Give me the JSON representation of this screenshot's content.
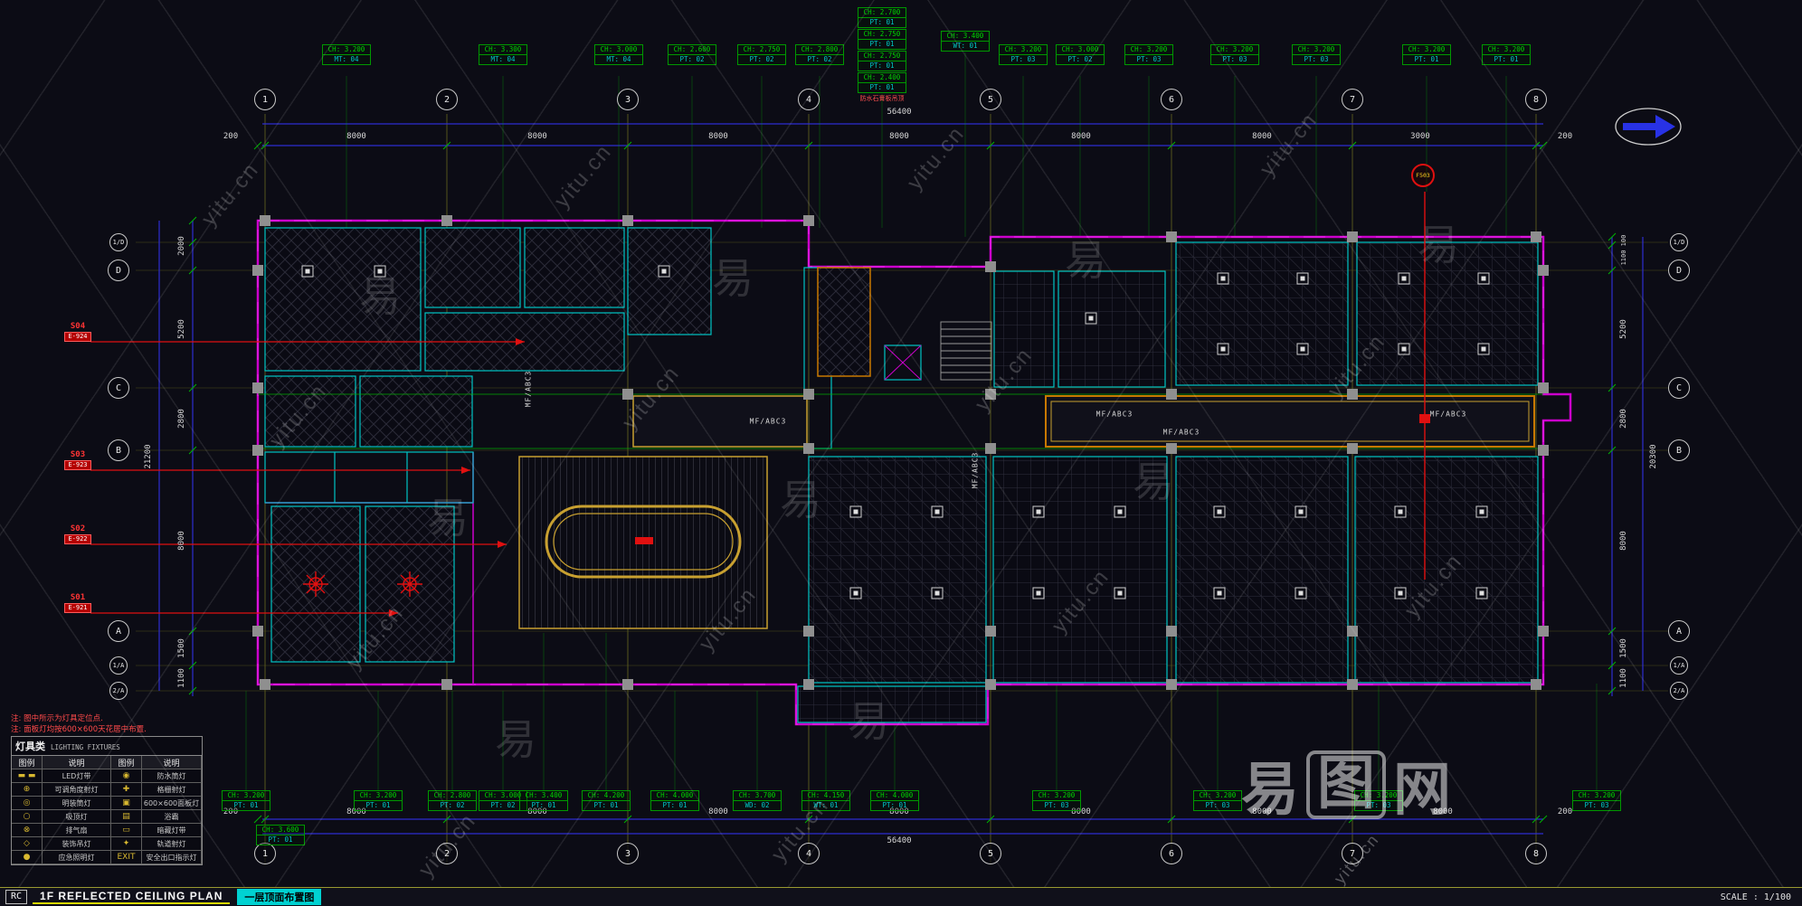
{
  "watermark": {
    "site": "yitu.cn",
    "char": "易",
    "brand": [
      "易",
      "图",
      "网"
    ]
  },
  "titlebar": {
    "code": "RC",
    "en": "1F REFLECTED CEILING PLAN",
    "cn": "一层顶面布置图",
    "scale": "SCALE : 1/100"
  },
  "grid": {
    "cols": [
      "1",
      "2",
      "3",
      "4",
      "5",
      "6",
      "7",
      "8"
    ],
    "rows": [
      "1/D",
      "D",
      "C",
      "B",
      "A",
      "1/A",
      "2/A"
    ]
  },
  "dims": {
    "top": [
      "200",
      "8000",
      "8000",
      "8000",
      "8000",
      "8000",
      "8000",
      "3000",
      "200"
    ],
    "bottom": [
      "200",
      "8000",
      "8000",
      "8000",
      "8000",
      "8000",
      "8000",
      "8000",
      "200"
    ],
    "total": "56400",
    "left": [
      "2000",
      "5200",
      "2800",
      "8000",
      "1500",
      "1100"
    ],
    "left_total": "21200",
    "right": [
      "100",
      "1100",
      "5200",
      "2800",
      "8000",
      "1500",
      "1100"
    ],
    "right_total": "20300"
  },
  "plan": {
    "mf": "MF/ABC3"
  },
  "ch_top": [
    {
      "l1": "CH: 3.200",
      "l2": "MT: 04"
    },
    {
      "l1": "CH: 3.300",
      "l2": "MT: 04"
    },
    {
      "l1": "CH: 3.000",
      "l2": "MT: 04"
    },
    {
      "l1": "CH: 2.600",
      "l2": "PT: 02"
    },
    {
      "l1": "CH: 2.750",
      "l2": "PT: 02"
    },
    {
      "l1": "CH: 2.800",
      "l2": "PT: 02"
    },
    {
      "l1": "CH: 3.200",
      "l2": "PT: 03"
    },
    {
      "l1": "CH: 3.000",
      "l2": "PT: 02"
    },
    {
      "l1": "CH: 3.200",
      "l2": "PT: 03"
    },
    {
      "l1": "CH: 3.200",
      "l2": "PT: 03"
    },
    {
      "l1": "CH: 3.200",
      "l2": "PT: 03"
    },
    {
      "l1": "CH: 3.200",
      "l2": "PT: 01"
    },
    {
      "l1": "CH: 3.200",
      "l2": "PT: 01"
    }
  ],
  "ch_stack": [
    {
      "l1": "CH: 2.700",
      "l2": "PT: 01"
    },
    {
      "l1": "CH: 2.750",
      "l2": "PT: 01"
    },
    {
      "l1": "CH: 2.750",
      "l2": "PT: 01"
    },
    {
      "l1": "CH: 2.400",
      "l2": "PT: 01"
    }
  ],
  "ch_stack_note": "防水石膏板吊顶",
  "ch_extra": {
    "l1": "CH: 3.400",
    "l2": "WT: 01"
  },
  "ch_bottom": [
    {
      "l1": "CH: 3.200",
      "l2": "PT: 01"
    },
    {
      "l1": "CH: 3.200",
      "l2": "PT: 01"
    },
    {
      "l1": "CH: 2.800",
      "l2": "PT: 02"
    },
    {
      "l1": "CH: 3.000",
      "l2": "PT: 02"
    },
    {
      "l1": "CH: 3.400",
      "l2": "PT: 01"
    },
    {
      "l1": "CH: 4.200",
      "l2": "PT: 01"
    },
    {
      "l1": "CH: 4.000",
      "l2": "PT: 01"
    },
    {
      "l1": "CH: 3.700",
      "l2": "WD: 02"
    },
    {
      "l1": "CH: 4.150",
      "l2": "WT: 01"
    },
    {
      "l1": "CH: 4.000",
      "l2": "PT: 01"
    },
    {
      "l1": "CH: 3.200",
      "l2": "PT: 03"
    },
    {
      "l1": "CH: 3.200",
      "l2": "PT: 03"
    },
    {
      "l1": "CH: 3.200",
      "l2": "PT: 03"
    },
    {
      "l1": "CH: 3.200",
      "l2": "PT: 03"
    }
  ],
  "ch_bottom_extra": {
    "l1": "CH: 3.600",
    "l2": "PT: 01"
  },
  "sections": [
    {
      "id": "S04",
      "ref": "E-924"
    },
    {
      "id": "S03",
      "ref": "E-923"
    },
    {
      "id": "S02",
      "ref": "E-922"
    },
    {
      "id": "S01",
      "ref": "E-921"
    }
  ],
  "f_marker": {
    "id": "F503"
  },
  "legend": {
    "title": "灯具类",
    "subtitle": "LIGHTING FIXTURES",
    "headers": [
      "图例",
      "说明",
      "图例",
      "说明"
    ],
    "rows": [
      {
        "s1": "▬ ▬",
        "d1": "LED灯带",
        "s2": "◉",
        "d2": "防水筒灯"
      },
      {
        "s1": "⊕",
        "d1": "可调角度射灯",
        "s2": "✚",
        "d2": "格栅射灯"
      },
      {
        "s1": "◎",
        "d1": "明装筒灯",
        "s2": "▣",
        "d2": "600×600面板灯"
      },
      {
        "s1": "○",
        "d1": "吸顶灯",
        "s2": "▤",
        "d2": "浴霸"
      },
      {
        "s1": "⊗",
        "d1": "排气扇",
        "s2": "▭",
        "d2": "暗藏灯带"
      },
      {
        "s1": "◇",
        "d1": "装饰吊灯",
        "s2": "✦",
        "d2": "轨道射灯"
      },
      {
        "s1": "●",
        "d1": "应急照明灯",
        "s2": "EXIT",
        "d2": "安全出口指示灯"
      }
    ]
  },
  "notes": [
    "注: 图中所示为灯具定位点.",
    "注: 面板灯均按600×600天花居中布置."
  ]
}
